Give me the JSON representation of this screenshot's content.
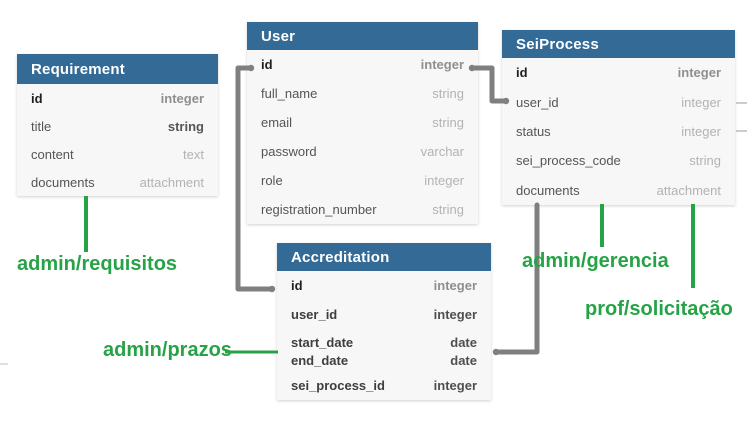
{
  "tables": {
    "requirement": {
      "title": "Requirement",
      "fields": [
        {
          "name": "id",
          "type": "integer",
          "style": "pk"
        },
        {
          "name": "title",
          "type": "string",
          "style": "typestrong"
        },
        {
          "name": "content",
          "type": "text",
          "style": ""
        },
        {
          "name": "documents",
          "type": "attachment",
          "style": ""
        }
      ]
    },
    "user": {
      "title": "User",
      "fields": [
        {
          "name": "id",
          "type": "integer",
          "style": "pk"
        },
        {
          "name": "full_name",
          "type": "string",
          "style": ""
        },
        {
          "name": "email",
          "type": "string",
          "style": ""
        },
        {
          "name": "password",
          "type": "varchar",
          "style": ""
        },
        {
          "name": "role",
          "type": "integer",
          "style": ""
        },
        {
          "name": "registration_number",
          "type": "string",
          "style": ""
        }
      ]
    },
    "seiprocess": {
      "title": "SeiProcess",
      "fields": [
        {
          "name": "id",
          "type": "integer",
          "style": "pk"
        },
        {
          "name": "user_id",
          "type": "integer",
          "style": ""
        },
        {
          "name": "status",
          "type": "integer",
          "style": ""
        },
        {
          "name": "sei_process_code",
          "type": "string",
          "style": ""
        },
        {
          "name": "documents",
          "type": "attachment",
          "style": ""
        }
      ]
    },
    "accreditation": {
      "title": "Accreditation",
      "fields": [
        {
          "name": "id",
          "type": "integer",
          "style": "pk"
        },
        {
          "name": "user_id",
          "type": "integer",
          "style": "emph"
        },
        {
          "name": "start_date",
          "type": "date",
          "style": "emph tight1"
        },
        {
          "name": "end_date",
          "type": "date",
          "style": "emph tight2"
        },
        {
          "name": "sei_process_id",
          "type": "integer",
          "style": "emph"
        }
      ]
    }
  },
  "labels": {
    "requisitos": "admin/requisitos",
    "prazos": "admin/prazos",
    "gerencia": "admin/gerencia",
    "solicitacao": "prof/solicitação"
  },
  "connections": [
    {
      "from": "User.id",
      "to": "Accreditation.id"
    },
    {
      "from": "User.id",
      "to": "SeiProcess.user_id"
    },
    {
      "from": "SeiProcess.documents",
      "to": "Accreditation.start_date"
    }
  ],
  "colors": {
    "header_blue": "#336a96",
    "route_green": "#27a347",
    "connector_gray": "#7f7f7f",
    "table_body": "#f7f7f7"
  }
}
